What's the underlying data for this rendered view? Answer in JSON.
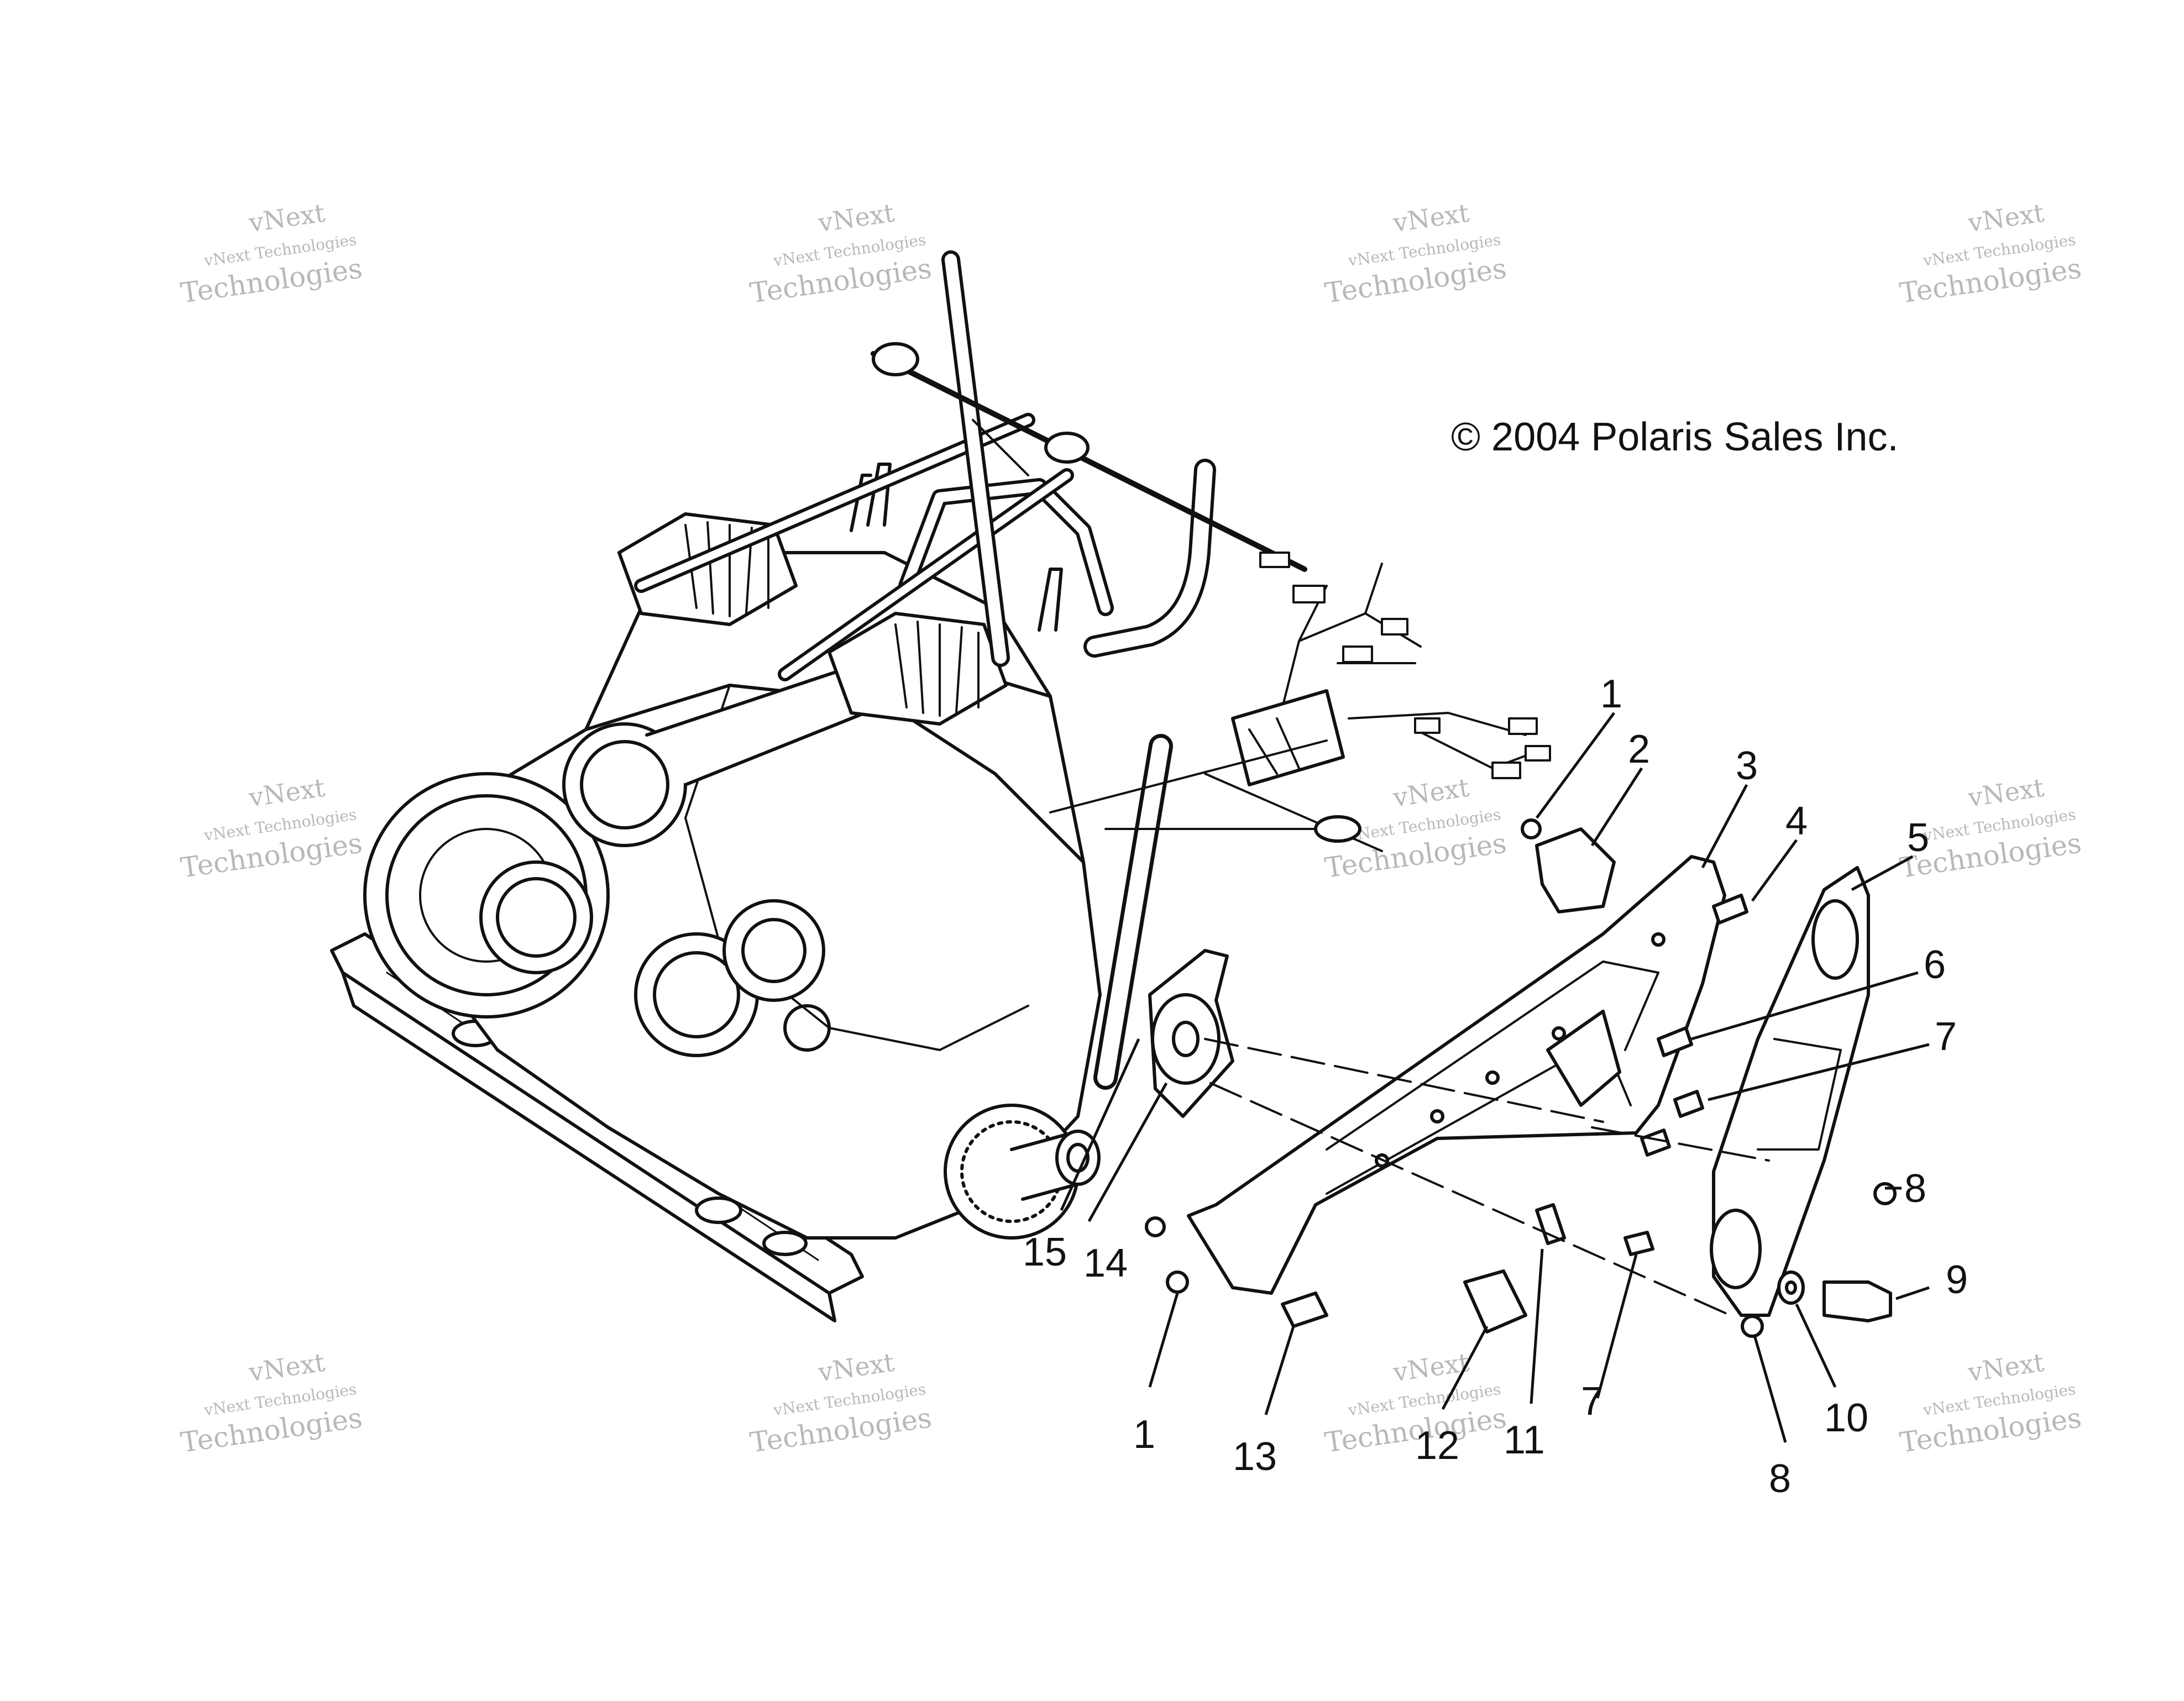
{
  "copyright": "© 2004 Polaris Sales Inc.",
  "watermark": {
    "line1": "vNext",
    "line2": "vNext Technologies",
    "line3": "Technologies"
  },
  "callouts": [
    "1",
    "2",
    "3",
    "4",
    "5",
    "6",
    "7",
    "8",
    "9",
    "10",
    "11",
    "12",
    "13",
    "14",
    "15",
    "1",
    "7",
    "8"
  ],
  "colors": {
    "ink": "#111111",
    "watermark": "#b8b8b8",
    "background": "#ffffff"
  }
}
